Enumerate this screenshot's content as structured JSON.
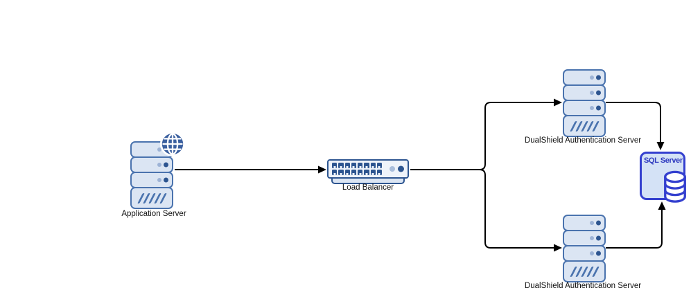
{
  "diagram": {
    "type": "network-architecture",
    "background": "#ffffff",
    "nodes": {
      "application_server": {
        "label": "Application Server",
        "icon": "server-stack-with-globe"
      },
      "load_balancer": {
        "label": "Load Balancer",
        "icon": "rack-switch"
      },
      "dualshield_top": {
        "label": "DualShield Authentication Server",
        "icon": "server-stack"
      },
      "dualshield_bottom": {
        "label": "DualShield Authentication Server",
        "icon": "server-stack"
      },
      "sql_server": {
        "label": "SQL Server",
        "icon": "database-cylinder"
      }
    },
    "edges": [
      {
        "from": "application_server",
        "to": "load_balancer",
        "arrow": "to"
      },
      {
        "from": "load_balancer",
        "to": "dualshield_top",
        "arrow": "to"
      },
      {
        "from": "load_balancer",
        "to": "dualshield_bottom",
        "arrow": "to"
      },
      {
        "from": "dualshield_top",
        "to": "sql_server",
        "arrow": "to"
      },
      {
        "from": "dualshield_bottom",
        "to": "sql_server",
        "arrow": "to"
      }
    ],
    "icon_spec": {
      "server_segments": 3,
      "dots_per_segment": 2,
      "slash_count": 5,
      "lb_port_count": 16
    },
    "colors": {
      "server_fill": "#dbe5f3",
      "server_stroke": "#4a73ae",
      "dot_light": "#9db3d6",
      "dot_dark": "#2d5590",
      "lb_stroke": "#2d5590",
      "sql_stroke": "#3440cf",
      "sql_fill": "#d4e2f6",
      "sql_text": "#2e3abf",
      "globe": "#3a5f9f",
      "connector": "#000000",
      "label_text": "#111111"
    }
  }
}
